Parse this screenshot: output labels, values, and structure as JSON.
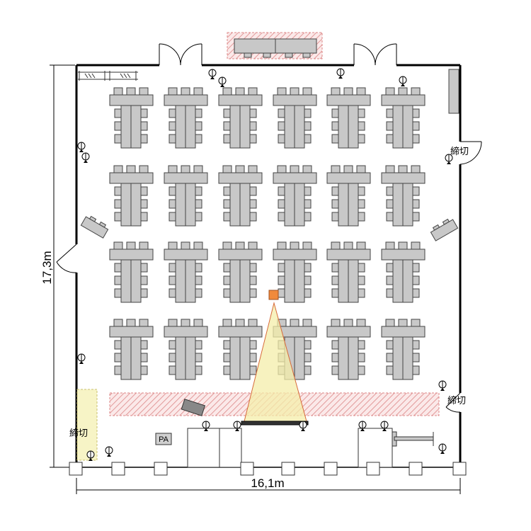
{
  "dimensions": {
    "height_label": "17,3m",
    "width_label": "16,1m"
  },
  "notes": {
    "closed_top_right": "締切",
    "closed_mid_right": "締切",
    "closed_bottom_left": "締切"
  },
  "pa_label": "PA",
  "seating": {
    "rows": 4,
    "columns": 6
  },
  "colors": {
    "table": "#c8c8c8",
    "outline": "#444444",
    "hatch": "#e8a0a0",
    "projection": "#f4eeaa",
    "projector": "#f08a3c",
    "closed_zone": "#f7f4c6"
  }
}
